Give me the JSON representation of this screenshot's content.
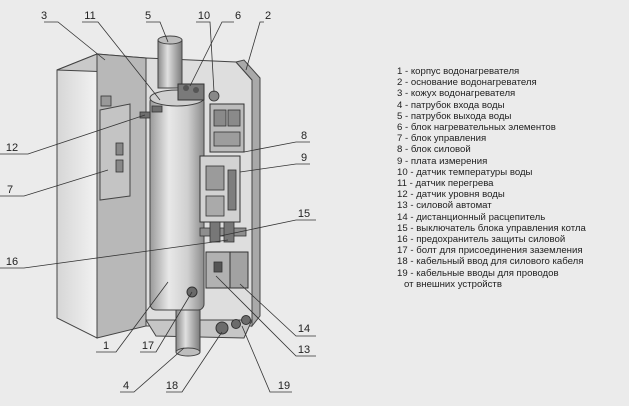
{
  "callouts": [
    "1",
    "2",
    "3",
    "4",
    "5",
    "6",
    "7",
    "8",
    "9",
    "10",
    "11",
    "12",
    "13",
    "14",
    "15",
    "16",
    "17",
    "18",
    "19"
  ],
  "legend": [
    "1 - корпус водонагревателя",
    "2 - основание водонагревателя",
    "3 - кожух водонагревателя",
    "4 - патрубок входа воды",
    "5 - патрубок выхода воды",
    "6 - блок нагревательных элементов",
    "7 - блок управления",
    "8 - блок силовой",
    "9 - плата измерения",
    "10 - датчик температуры воды",
    "11 - датчик перегрева",
    "12 - датчик уровня воды",
    "13 - силовой автомат",
    "14 - дистанционный расцепитель",
    "15 - выключатель блока управления котла",
    "16 - предохранитель защиты силовой",
    "17 - болт для присоединения заземления",
    "18 - кабельный ввод для силового кабеля",
    "19 - кабельные вводы для проводов",
    "от внешних устройств"
  ]
}
